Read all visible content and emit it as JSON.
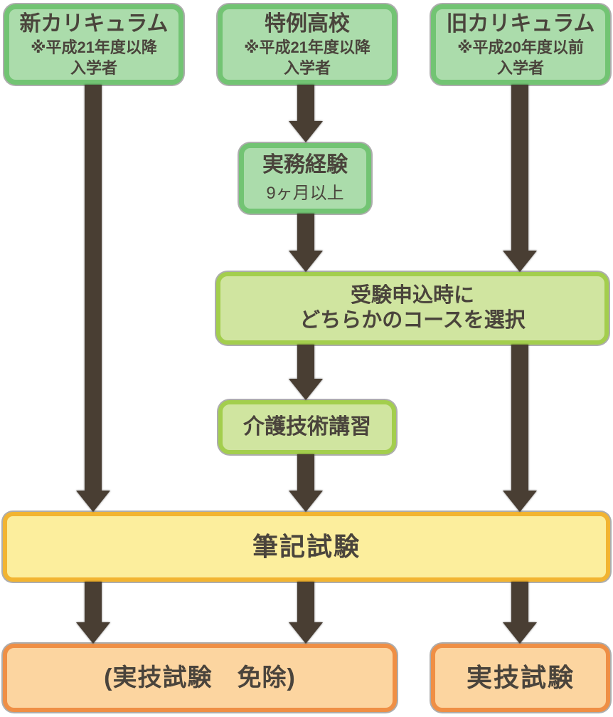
{
  "diagram": {
    "title_hint": "介護福祉士試験 受験フロー図",
    "colors": {
      "background": "#ffffff",
      "green_fill": "#abdcab",
      "green_border": "#72c473",
      "lime_fill": "#d0e5a0",
      "lime_border": "#a3ce4d",
      "yellow_fill": "#fcee9d",
      "yellow_border": "#f2b431",
      "orange_fill": "#fcd5a0",
      "orange_border": "#ef8f45",
      "arrow": "#493e33",
      "text": "#4a443c"
    },
    "nodes": {
      "shin": {
        "title": "新カリキュラム",
        "note1": "※平成21年度以降",
        "note2": "入学者"
      },
      "tokurei": {
        "title": "特例高校",
        "note1": "※平成21年度以降",
        "note2": "入学者"
      },
      "kyu": {
        "title": "旧カリキュラム",
        "note1": "※平成20年度以前",
        "note2": "入学者"
      },
      "jitsumu": {
        "title": "実務経験",
        "subtitle": "9ヶ月以上"
      },
      "select": {
        "line1": "受験申込時に",
        "line2": "どちらかのコースを選択"
      },
      "kaigo": {
        "label": "介護技術講習"
      },
      "hikki": {
        "label": "筆記試験"
      },
      "menjo": {
        "label": "(実技試験　免除)"
      },
      "jitsugi": {
        "label": "実技試験"
      }
    },
    "edges": [
      {
        "from": "shin",
        "to": "hikki"
      },
      {
        "from": "tokurei",
        "to": "jitsumu"
      },
      {
        "from": "jitsumu",
        "to": "select"
      },
      {
        "from": "kyu",
        "to": "select"
      },
      {
        "from": "select",
        "to": "kaigo"
      },
      {
        "from": "kaigo",
        "to": "hikki"
      },
      {
        "from": "select",
        "to": "hikki"
      },
      {
        "from": "hikki",
        "to": "menjo"
      },
      {
        "from": "hikki",
        "to": "menjo"
      },
      {
        "from": "hikki",
        "to": "jitsugi"
      }
    ]
  }
}
